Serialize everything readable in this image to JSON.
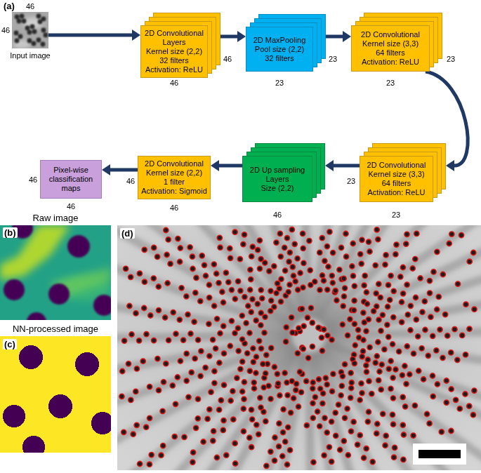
{
  "diagram": {
    "nodes": [
      {
        "text": [
          "Input image"
        ]
      },
      {
        "text": [
          "2D Convolutional Layers",
          "Kernel size (2,2)",
          "32 filters",
          "Activation: ReLU"
        ]
      },
      {
        "text": [
          "2D MaxPooling",
          "Pool size (2,2)",
          "32 filters"
        ]
      },
      {
        "text": [
          "2D Convolutional",
          "Kernel size (3,3)",
          "64 filters",
          "Activation: ReLU"
        ]
      },
      {
        "text": [
          "2D Convolutional",
          "Kernel size (3,3)",
          "64 filters",
          "Activation: ReLU"
        ]
      },
      {
        "text": [
          "2D Up sampling Layers",
          "Size (2,2)"
        ]
      },
      {
        "text": [
          "2D Convolutional",
          "Kernel size (2,2)",
          "1 filter",
          "Activation: Sigmoid"
        ]
      },
      {
        "text": [
          "Pixel-wise classification maps"
        ]
      }
    ],
    "edges": [
      {
        "from": 0,
        "to": 1,
        "arrow": "to"
      },
      {
        "from": 1,
        "to": 2,
        "arrow": "to"
      },
      {
        "from": 2,
        "to": 3,
        "arrow": "to"
      },
      {
        "from": 3,
        "to": 4,
        "arrow": "to"
      },
      {
        "from": 4,
        "to": 5,
        "arrow": "to"
      },
      {
        "from": 5,
        "to": 6,
        "arrow": "to"
      },
      {
        "from": 6,
        "to": 7,
        "arrow": "to"
      }
    ],
    "labels": [
      "(a)",
      "46",
      "46",
      "46",
      "46",
      "23",
      "23",
      "23",
      "23",
      "23",
      "23",
      "46",
      "46",
      "46",
      "46",
      "46",
      "Raw image",
      "(b)",
      "NN-processed image",
      "(c)",
      "(d)"
    ]
  }
}
